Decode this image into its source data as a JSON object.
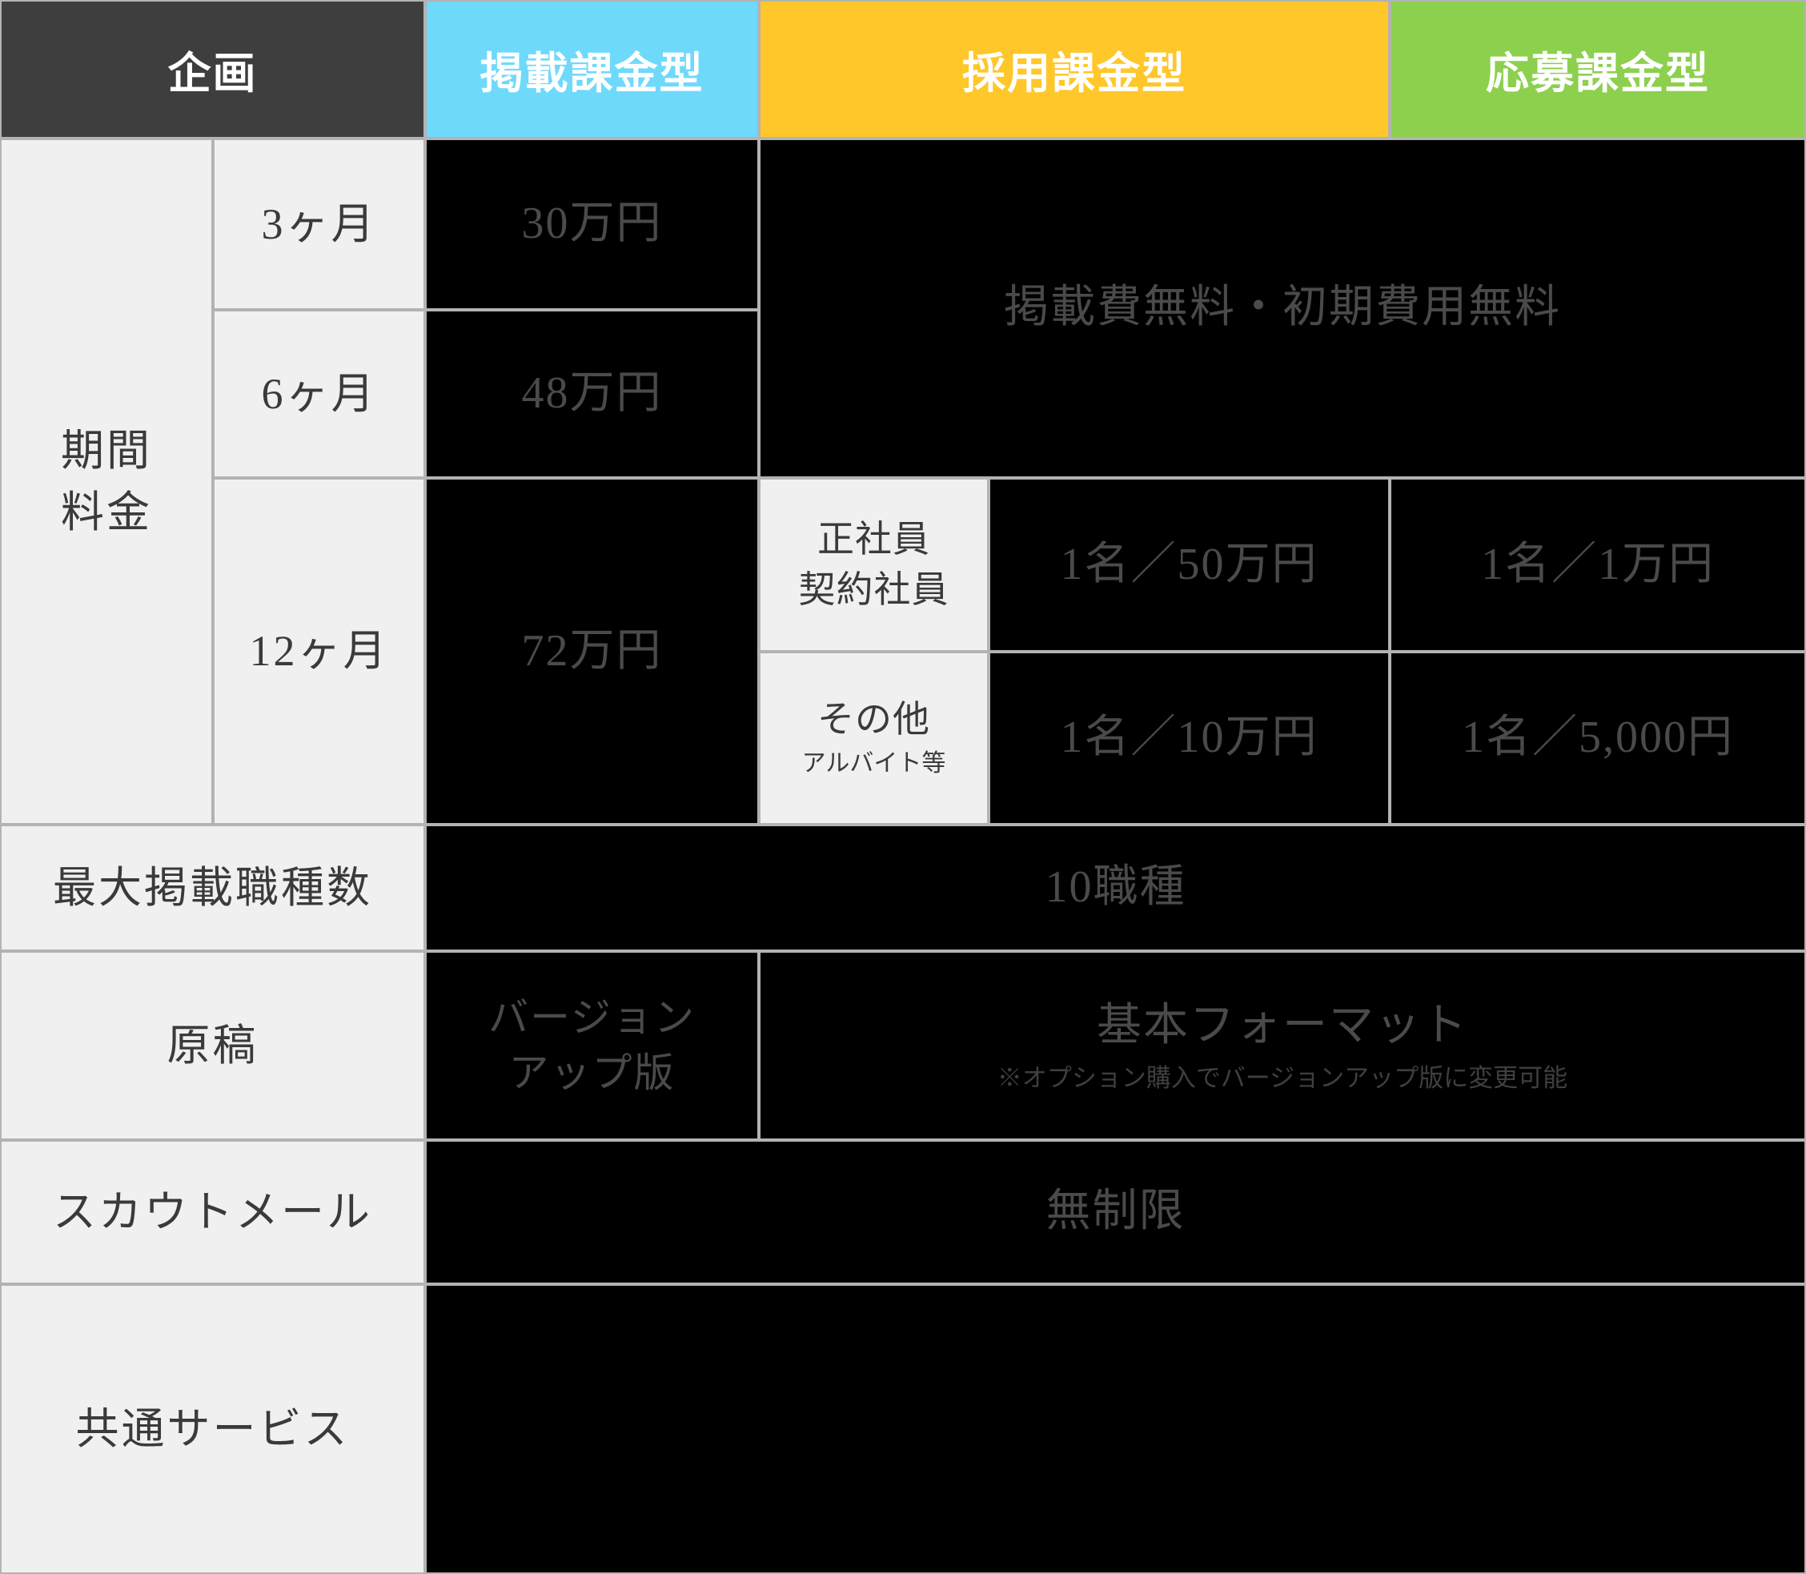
{
  "table": {
    "header": {
      "plan_label": "企画",
      "columns": [
        {
          "label": "掲載課金型",
          "color": "#6FD9FB"
        },
        {
          "label": "採用課金型",
          "color": "#FFC72A"
        },
        {
          "label": "応募課金型",
          "color": "#8CD04E"
        }
      ]
    },
    "rows": {
      "period_fee": {
        "label_line1": "期間",
        "label_line2": "料金",
        "durations": [
          "3ヶ月",
          "6ヶ月",
          "12ヶ月"
        ],
        "posting_prices": [
          "30万円",
          "48万円",
          "72万円"
        ],
        "free_note": "掲載費無料・初期費用無料",
        "employment_types": [
          {
            "name": "正社員",
            "name2": "契約社員",
            "sub": ""
          },
          {
            "name": "その他",
            "name2": "",
            "sub": "アルバイト等"
          }
        ],
        "hire_prices": [
          "1名／50万円",
          "1名／10万円"
        ],
        "apply_prices": [
          "1名／1万円",
          "1名／5,000円"
        ]
      },
      "max_job_types": {
        "label": "最大掲載職種数",
        "value": "10職種"
      },
      "manuscript": {
        "label": "原稿",
        "posting_value_line1": "バージョン",
        "posting_value_line2": "アップ版",
        "other_value": "基本フォーマット",
        "other_note": "※オプション購入でバージョンアップ版に変更可能"
      },
      "scout_mail": {
        "label": "スカウトメール",
        "value": "無制限"
      },
      "common_service": {
        "label": "共通サービス",
        "value": ""
      }
    }
  },
  "colors": {
    "header_dark": "#3E3E3E",
    "posting": "#6FD9FB",
    "hiring": "#FFC72A",
    "applying": "#8CD04E",
    "label_bg": "#F0F0F0",
    "value_bg": "#000000",
    "grid": "#B3B3B3"
  }
}
